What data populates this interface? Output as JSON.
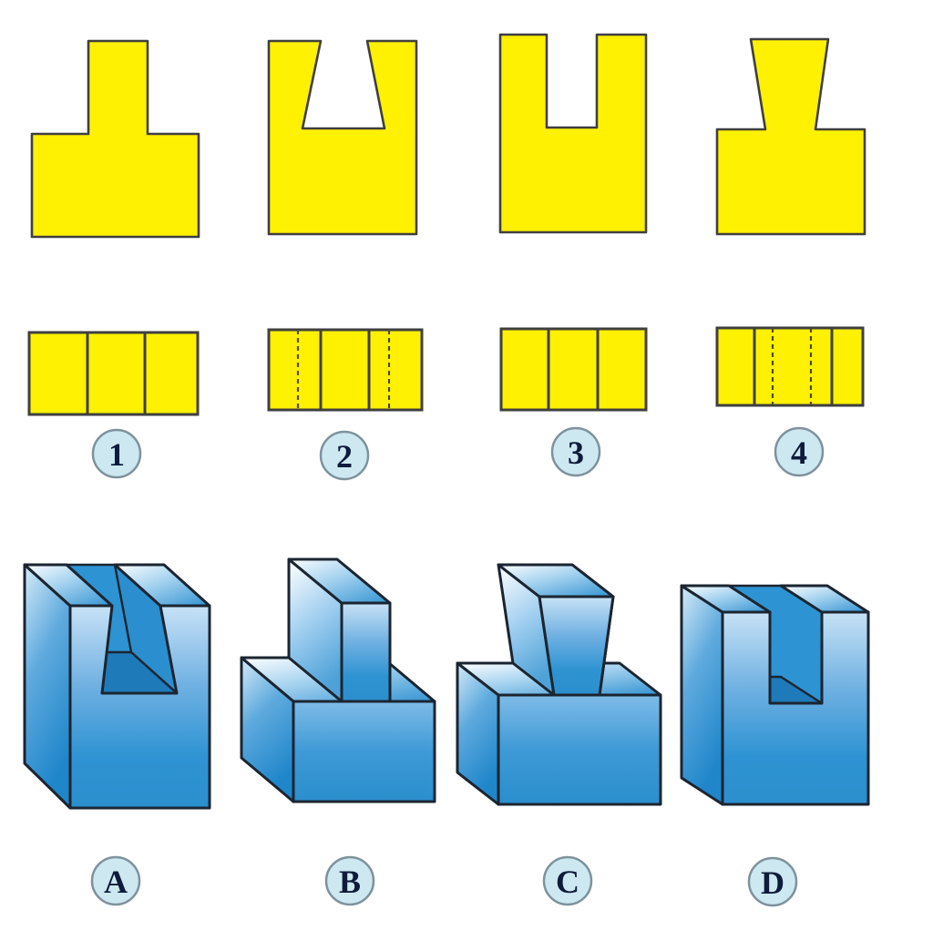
{
  "page": {
    "kind": "orthographic-projection matching worksheet",
    "background": "#ffffff"
  },
  "palette": {
    "yellow_fill": "#FFF101",
    "yellow_outline": "#3F3F3F",
    "dashed_line": "#4C4C28",
    "blue_mid": "#2E93D2",
    "blue_side": "#2089CE",
    "blue_floor": "#1E7AB9",
    "blue_outline": "#1B2531",
    "badge_fill": "#CDE8F1",
    "badge_border": "#7E929C",
    "badge_text": "#0E1B3A"
  },
  "views": [
    {
      "label": "1",
      "front": "t-shaped-tab",
      "top": "two-solid-division-lines"
    },
    {
      "label": "2",
      "front": "dovetail-slot",
      "top": "solid-pair-with-outer-dashed-pair"
    },
    {
      "label": "3",
      "front": "rectangular-slot",
      "top": "two-solid-division-lines"
    },
    {
      "label": "4",
      "front": "dovetail-tab",
      "top": "solid-pair-with-inner-dashed-pair"
    }
  ],
  "solids": [
    {
      "label": "A",
      "form": "block-with-dovetail-slot"
    },
    {
      "label": "B",
      "form": "block-with-rectangular-post"
    },
    {
      "label": "C",
      "form": "block-with-dovetail-post"
    },
    {
      "label": "D",
      "form": "block-with-rectangular-slot"
    }
  ]
}
